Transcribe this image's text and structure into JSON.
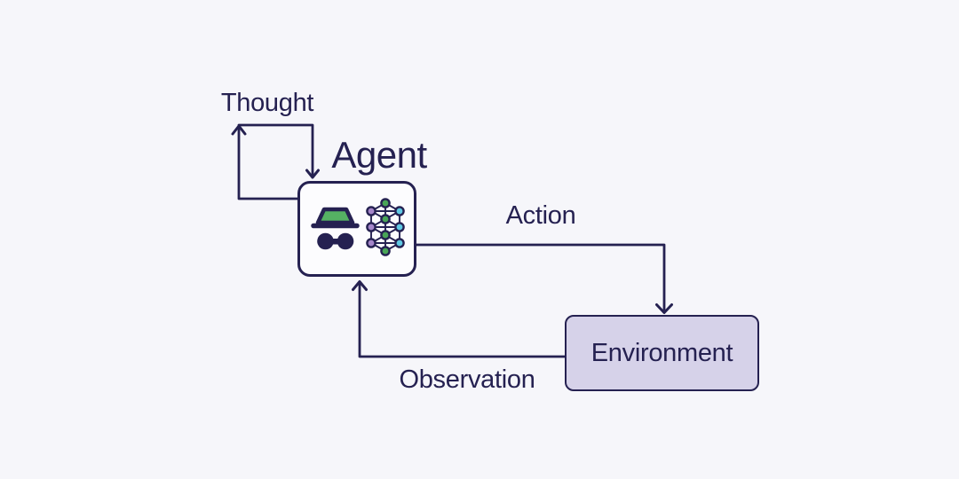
{
  "labels": {
    "thought": "Thought",
    "agent": "Agent",
    "action": "Action",
    "observation": "Observation",
    "environment": "Environment"
  },
  "diagram": {
    "type": "flow-loop",
    "nodes": [
      {
        "id": "agent",
        "label": "Agent",
        "shape": "rounded-rect",
        "fill": "#fcfcfe",
        "icons": [
          "incognito-icon",
          "neural-network-icon"
        ]
      },
      {
        "id": "environment",
        "label": "Environment",
        "shape": "rounded-rect",
        "fill": "#d6d2e9"
      }
    ],
    "edges": [
      {
        "from": "agent",
        "to": "agent",
        "label": "Thought",
        "style": "rectangular self-loop, exits left side, enters top, arrowheads up and down"
      },
      {
        "from": "agent",
        "to": "environment",
        "label": "Action",
        "style": "right then down, arrowhead into environment top"
      },
      {
        "from": "environment",
        "to": "agent",
        "label": "Observation",
        "style": "left then up, arrowhead into agent bottom"
      }
    ]
  },
  "icons": [
    {
      "name": "incognito-icon",
      "description": "spy hat with green crown over dark glasses"
    },
    {
      "name": "neural-network-icon",
      "description": "three-column node lattice, purple-green-cyan nodes"
    }
  ],
  "colors": {
    "background": "#f6f6fa",
    "ink": "#252151",
    "agent_box_fill": "#fcfcfe",
    "environment_fill": "#d6d2e9",
    "hat_green": "#55b163",
    "node_green": "#49a557",
    "node_purple": "#a586ca",
    "node_cyan": "#60c9e4"
  }
}
